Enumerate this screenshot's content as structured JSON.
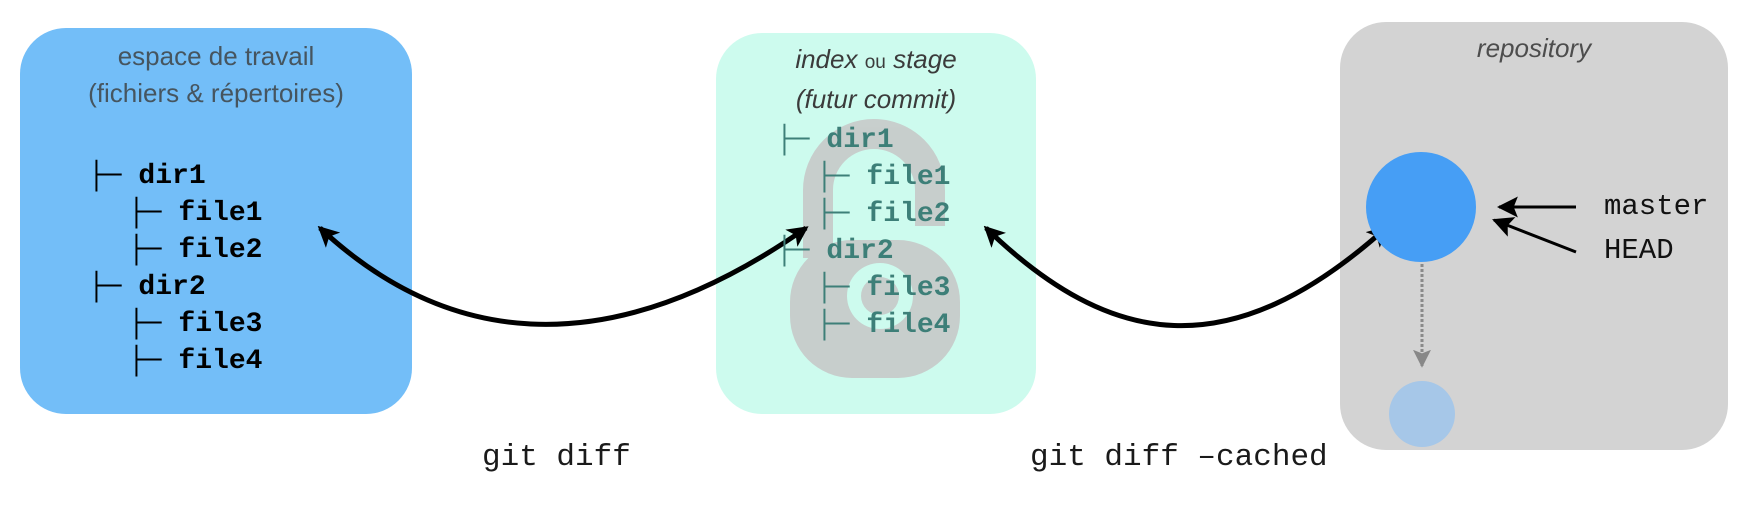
{
  "workspace": {
    "title_line1": "espace de travail",
    "title_line2": "(fichiers & répertoires)",
    "tree": [
      {
        "text": "├─ dir1",
        "level": 1
      },
      {
        "text": "├─ file1",
        "level": 2
      },
      {
        "text": "├─ file2",
        "level": 2
      },
      {
        "text": "├─ dir2",
        "level": 1
      },
      {
        "text": "├─ file3",
        "level": 2
      },
      {
        "text": "├─ file4",
        "level": 2
      }
    ]
  },
  "stage": {
    "title_index": "index",
    "title_ou": "ou",
    "title_stage": "stage",
    "title_line2": "(futur commit)",
    "background_icon": "padlock-icon",
    "tree": [
      {
        "text": "├─ dir1",
        "level": 1
      },
      {
        "text": "├─ file1",
        "level": 2
      },
      {
        "text": "├─ file2",
        "level": 2
      },
      {
        "text": "├─ dir2",
        "level": 1
      },
      {
        "text": "├─ file3",
        "level": 2
      },
      {
        "text": "├─ file4",
        "level": 2
      }
    ]
  },
  "repository": {
    "title": "repository",
    "refs": {
      "master": "master",
      "head": "HEAD"
    }
  },
  "commands": {
    "git_diff": "git diff",
    "git_diff_cached": "git diff –cached"
  },
  "colors": {
    "workspace_bg": "#73bef8",
    "stage_bg": "#cdfbee",
    "repo_bg": "#d3d3d3",
    "commit_current": "#469ef5",
    "commit_parent": "#a6c7e8",
    "stage_text": "#3d7f78"
  }
}
